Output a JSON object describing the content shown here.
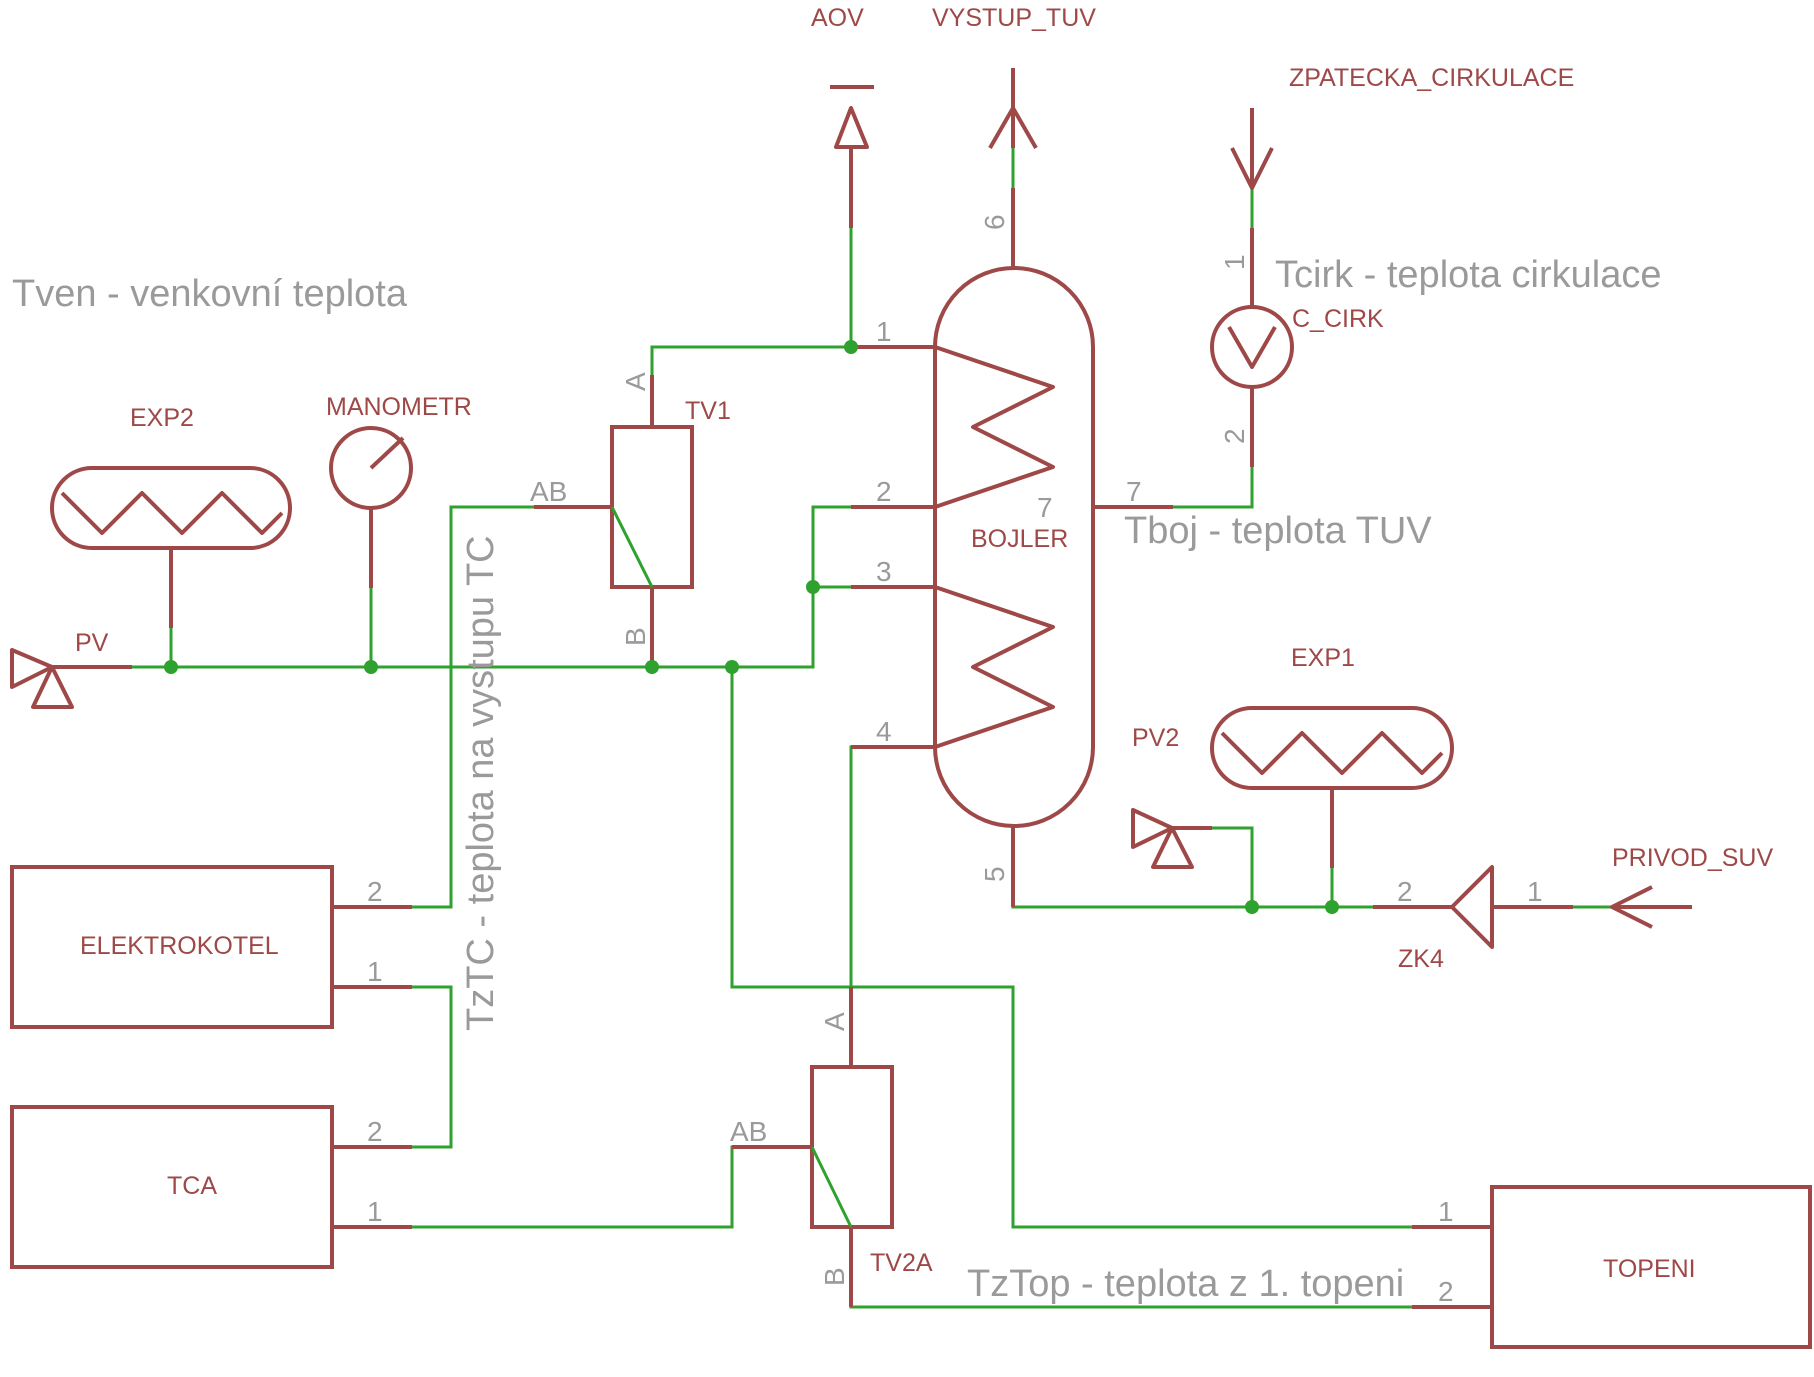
{
  "labels": {
    "aov": "AOV",
    "vystup_tuv": "VYSTUP_TUV",
    "zpatecka": "ZPATECKA_CIRKULACE",
    "exp2": "EXP2",
    "manometr": "MANOMETR",
    "pv": "PV",
    "tv1": "TV1",
    "bojler": "BOJLER",
    "c_cirk": "C_CIRK",
    "exp1": "EXP1",
    "pv2": "PV2",
    "privod_suv": "PRIVOD_SUV",
    "zk4": "ZK4",
    "elektrokotel": "ELEKTROKOTEL",
    "tca": "TCA",
    "topeni": "TOPENI",
    "tv2a": "TV2A"
  },
  "notes": {
    "tven": "Tven - venkovní teplota",
    "tcirk": "Tcirk - teplota cirkulace",
    "tboj": "Tboj - teplota TUV",
    "tztc": "TzTC - teplota na vystupu TC",
    "tztop": "TzTop - teplota z 1. topeni"
  },
  "pins": {
    "bojler_1": "1",
    "bojler_2": "2",
    "bojler_3": "3",
    "bojler_4": "4",
    "bojler_5": "5",
    "bojler_6": "6",
    "bojler_7a": "7",
    "bojler_7b": "7",
    "ccirk_1": "1",
    "ccirk_2": "2",
    "tv1_a": "A",
    "tv1_ab": "AB",
    "tv1_b": "B",
    "tv2_a": "A",
    "tv2_ab": "AB",
    "tv2_b": "B",
    "ek_2": "2",
    "ek_1": "1",
    "tca_2": "2",
    "tca_1": "1",
    "top_1": "1",
    "top_2": "2",
    "zk4_2": "2",
    "zk4_1": "1"
  },
  "colors": {
    "component": "#9e4848",
    "wire": "#2ea12e",
    "annotation": "#9a9a9a"
  }
}
